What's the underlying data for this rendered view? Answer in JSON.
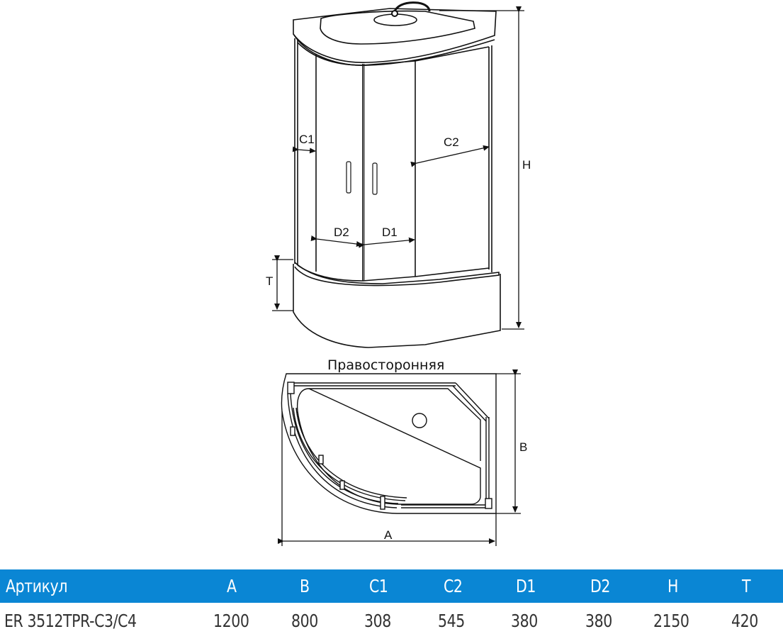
{
  "diagram": {
    "front_view": {
      "labels": {
        "c1": "C1",
        "c2": "C2",
        "d1": "D1",
        "d2": "D2",
        "h": "H",
        "t": "T"
      }
    },
    "top_view": {
      "title": "Правосторонняя",
      "labels": {
        "a": "A",
        "b": "B"
      }
    }
  },
  "spec_table": {
    "header_color": "#0a86d4",
    "columns": [
      "Артикул",
      "A",
      "B",
      "C1",
      "C2",
      "D1",
      "D2",
      "H",
      "T"
    ],
    "rows": [
      [
        "ER 3512TPR-C3/C4",
        "1200",
        "800",
        "308",
        "545",
        "380",
        "380",
        "2150",
        "420"
      ]
    ]
  }
}
